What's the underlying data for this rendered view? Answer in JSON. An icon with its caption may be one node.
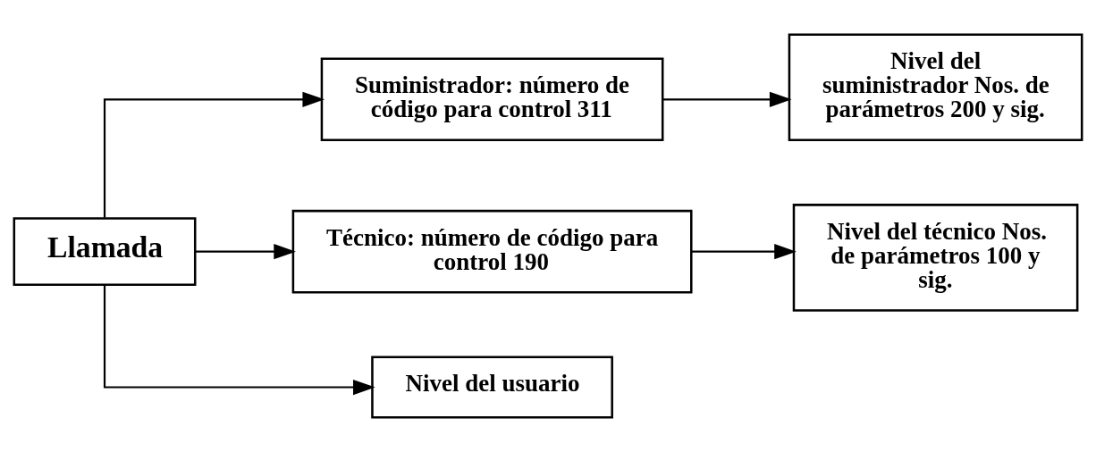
{
  "diagram": {
    "nodes": [
      {
        "text": [
          "Llamada"
        ]
      },
      {
        "text": [
          "Suministrador: número de código para control 311"
        ]
      },
      {
        "text": [
          "Nivel del suministrador Nos. de parámetros 200 y sig."
        ]
      },
      {
        "text": [
          "Técnico: número de código para control 190"
        ]
      },
      {
        "text": [
          "Nivel del técnico Nos. de parámetros 100 y sig."
        ]
      },
      {
        "text": [
          "Nivel del usuario"
        ]
      }
    ],
    "edges": [
      {
        "from": 0,
        "to": 1,
        "arrow": "to"
      },
      {
        "from": 1,
        "to": 2,
        "arrow": "to"
      },
      {
        "from": 0,
        "to": 3,
        "arrow": "to"
      },
      {
        "from": 3,
        "to": 4,
        "arrow": "to"
      },
      {
        "from": 0,
        "to": 5,
        "arrow": "to"
      }
    ]
  }
}
